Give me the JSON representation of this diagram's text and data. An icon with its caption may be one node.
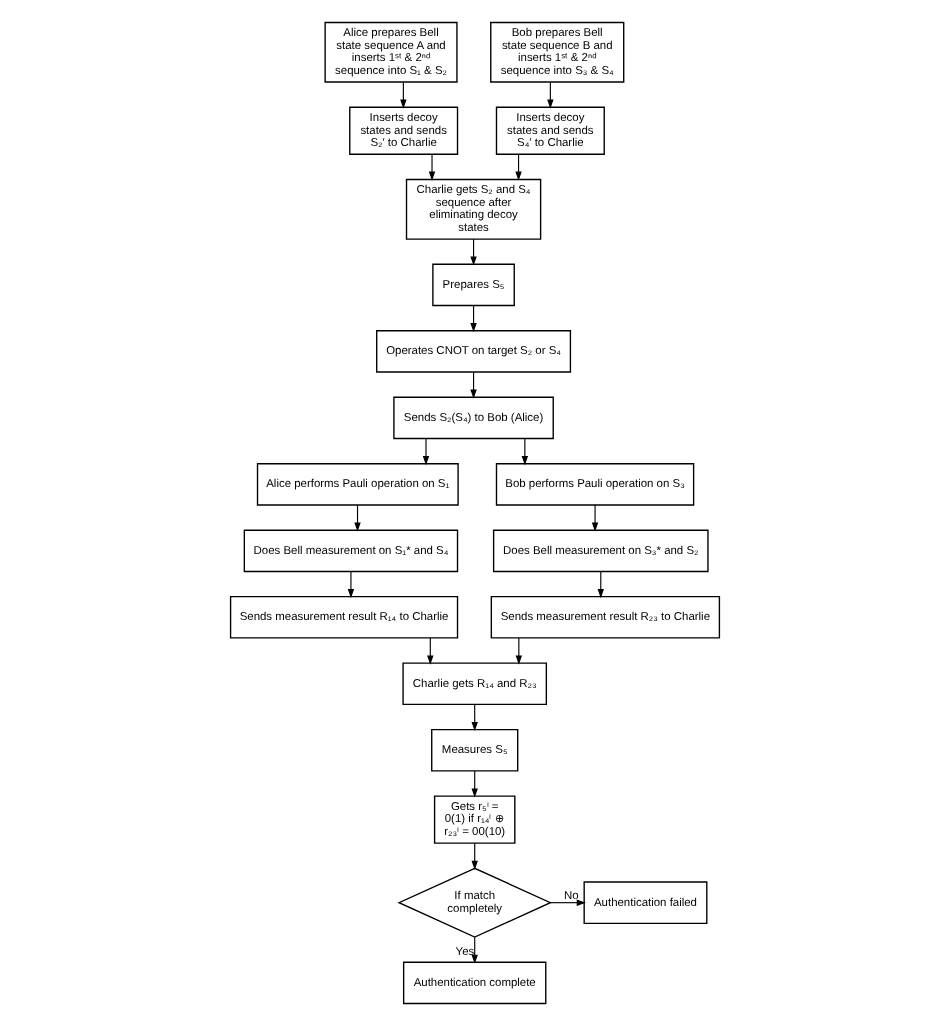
{
  "diagram": {
    "nodes": [
      {
        "text": [
          "Alice prepares Bell state sequence A and inserts 1ˢᵗ & 2ⁿᵈ sequence into S₁ & S₂"
        ]
      },
      {
        "text": [
          "Bob prepares Bell state sequence B and inserts 1ˢᵗ & 2ⁿᵈ sequence into S₃ & S₄"
        ]
      },
      {
        "text": [
          "Inserts decoy states and sends S₂′ to Charlie"
        ]
      },
      {
        "text": [
          "Inserts decoy states and sends S₄′ to Charlie"
        ]
      },
      {
        "text": [
          "Charlie gets S₂ and S₄ sequence after eliminating decoy states"
        ]
      },
      {
        "text": [
          "Prepares S₅"
        ]
      },
      {
        "text": [
          "Operates CNOT on target S₂ or S₄"
        ]
      },
      {
        "text": [
          "Sends S₂(S₄) to Bob (Alice)"
        ]
      },
      {
        "text": [
          "Alice performs Pauli operation on S₁"
        ]
      },
      {
        "text": [
          "Bob performs Pauli operation on S₃"
        ]
      },
      {
        "text": [
          "Does Bell measurement on S₁* and S₄"
        ]
      },
      {
        "text": [
          "Does Bell measurement on S₃* and S₂"
        ]
      },
      {
        "text": [
          "Sends measurement result R₁₄ to Charlie"
        ]
      },
      {
        "text": [
          "Sends measurement result R₂₃ to Charlie"
        ]
      },
      {
        "text": [
          "Charlie gets R₁₄ and R₂₃"
        ]
      },
      {
        "text": [
          "Measures S₅"
        ]
      },
      {
        "text": [
          "Gets r₅ⁱ = 0(1) if r₁₄ⁱ ⊕ r₂₃ⁱ = 00(10)"
        ]
      },
      {
        "text": [
          "If match completely"
        ]
      },
      {
        "text": [
          "Authentication failed"
        ]
      },
      {
        "text": [
          "Authentication complete"
        ]
      }
    ],
    "edges": [
      {
        "from": 0,
        "to": 2,
        "arrow": "to"
      },
      {
        "from": 1,
        "to": 3,
        "arrow": "to"
      },
      {
        "from": 2,
        "to": 4,
        "arrow": "to"
      },
      {
        "from": 3,
        "to": 4,
        "arrow": "to"
      },
      {
        "from": 4,
        "to": 5,
        "arrow": "to"
      },
      {
        "from": 5,
        "to": 6,
        "arrow": "to"
      },
      {
        "from": 6,
        "to": 7,
        "arrow": "to"
      },
      {
        "from": 7,
        "to": 8,
        "arrow": "to"
      },
      {
        "from": 7,
        "to": 9,
        "arrow": "to"
      },
      {
        "from": 8,
        "to": 10,
        "arrow": "to"
      },
      {
        "from": 9,
        "to": 11,
        "arrow": "to"
      },
      {
        "from": 10,
        "to": 12,
        "arrow": "to"
      },
      {
        "from": 11,
        "to": 13,
        "arrow": "to"
      },
      {
        "from": 12,
        "to": 14,
        "arrow": "to"
      },
      {
        "from": 13,
        "to": 14,
        "arrow": "to"
      },
      {
        "from": 14,
        "to": 15,
        "arrow": "to"
      },
      {
        "from": 15,
        "to": 16,
        "arrow": "to"
      },
      {
        "from": 16,
        "to": 17,
        "arrow": "to"
      },
      {
        "from": 17,
        "to": 18,
        "label": "No",
        "arrow": "to"
      },
      {
        "from": 17,
        "to": 19,
        "label": "Yes",
        "arrow": "to"
      }
    ]
  }
}
